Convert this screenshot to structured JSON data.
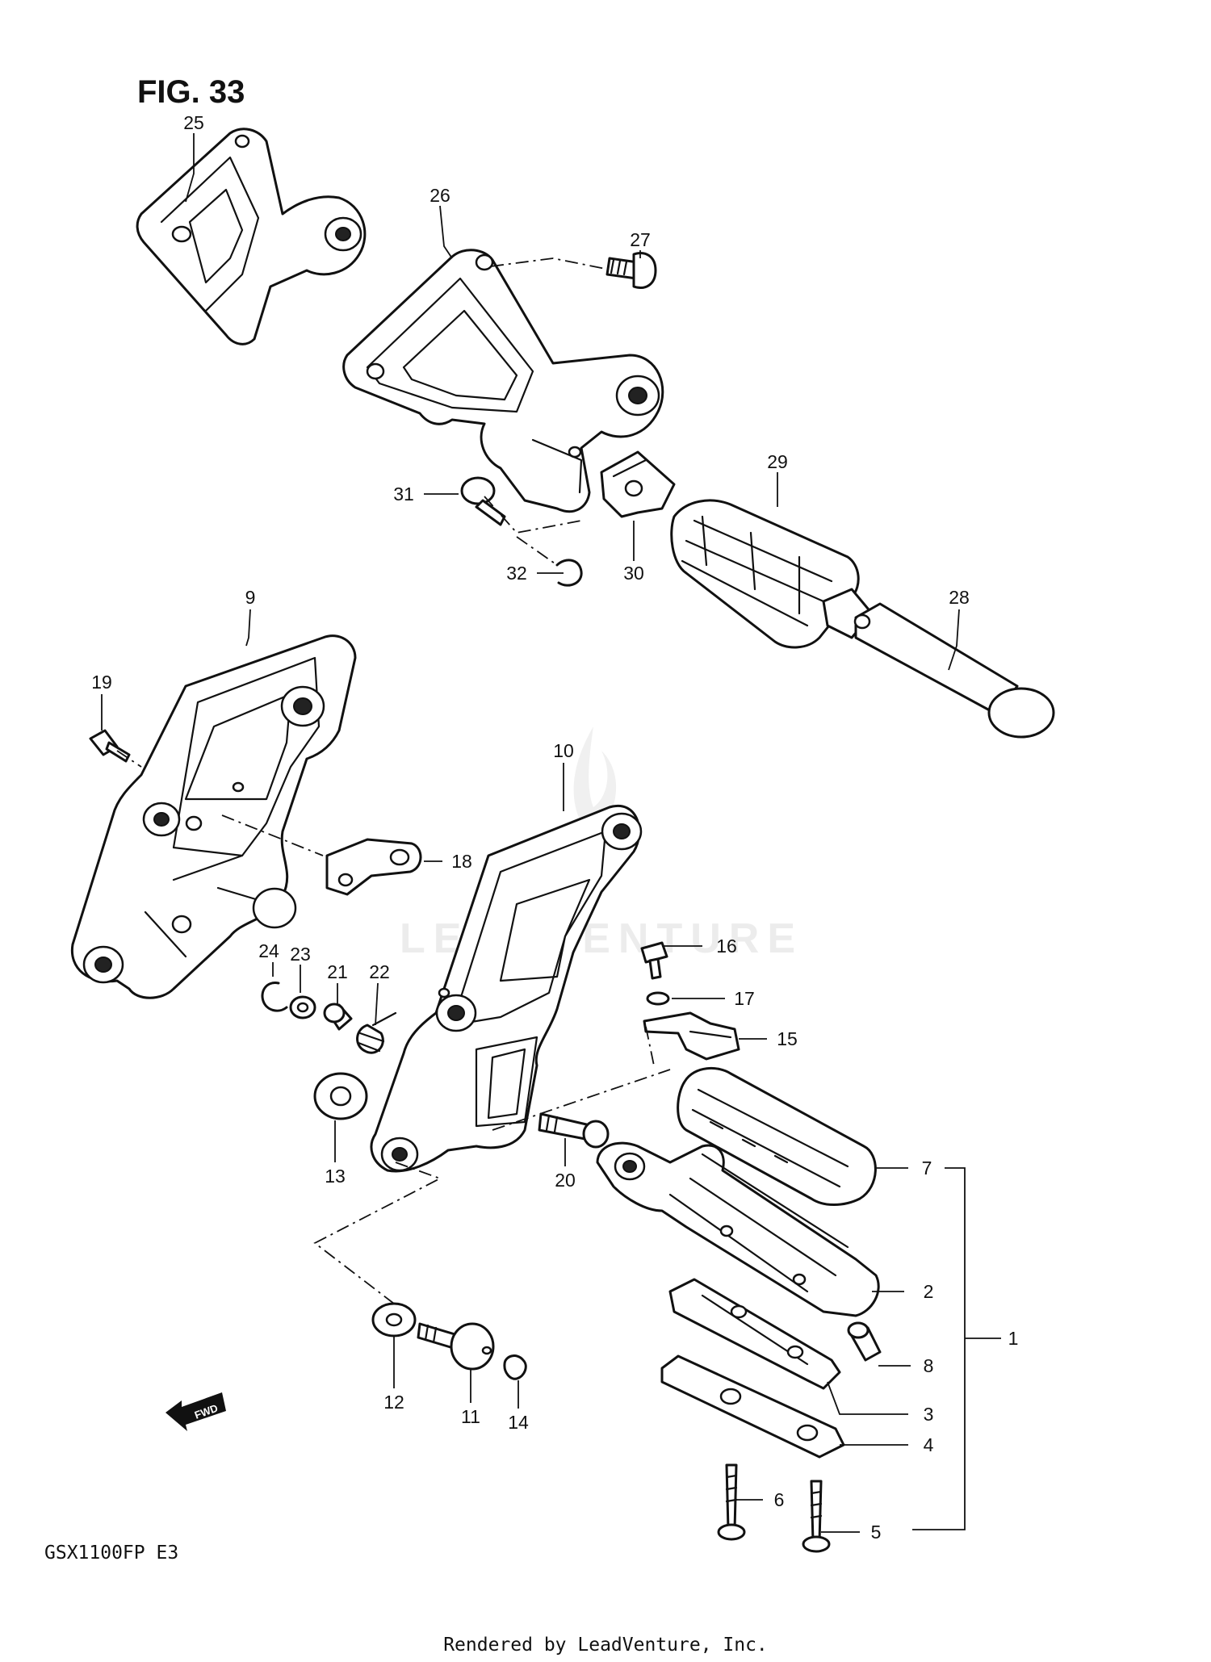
{
  "figure": {
    "title": "FIG. 33",
    "model_code": "GSX1100FP  E3",
    "footer": "Rendered by LeadVenture, Inc.",
    "watermark": "LEADVENTURE",
    "fwd_label": "FWD"
  },
  "callouts": [
    {
      "id": "c25",
      "label": "25"
    },
    {
      "id": "c26",
      "label": "26"
    },
    {
      "id": "c27",
      "label": "27"
    },
    {
      "id": "c29",
      "label": "29"
    },
    {
      "id": "c31",
      "label": "31"
    },
    {
      "id": "c32",
      "label": "32"
    },
    {
      "id": "c30",
      "label": "30"
    },
    {
      "id": "c28",
      "label": "28"
    },
    {
      "id": "c9",
      "label": "9"
    },
    {
      "id": "c19",
      "label": "19"
    },
    {
      "id": "c10",
      "label": "10"
    },
    {
      "id": "c18",
      "label": "18"
    },
    {
      "id": "c16",
      "label": "16"
    },
    {
      "id": "c24",
      "label": "24"
    },
    {
      "id": "c23",
      "label": "23"
    },
    {
      "id": "c21",
      "label": "21"
    },
    {
      "id": "c22",
      "label": "22"
    },
    {
      "id": "c17",
      "label": "17"
    },
    {
      "id": "c15",
      "label": "15"
    },
    {
      "id": "c13",
      "label": "13"
    },
    {
      "id": "c20",
      "label": "20"
    },
    {
      "id": "c7",
      "label": "7"
    },
    {
      "id": "c2",
      "label": "2"
    },
    {
      "id": "c1",
      "label": "1"
    },
    {
      "id": "c12",
      "label": "12"
    },
    {
      "id": "c11",
      "label": "11"
    },
    {
      "id": "c14",
      "label": "14"
    },
    {
      "id": "c8",
      "label": "8"
    },
    {
      "id": "c3",
      "label": "3"
    },
    {
      "id": "c4",
      "label": "4"
    },
    {
      "id": "c6",
      "label": "6"
    },
    {
      "id": "c5",
      "label": "5"
    }
  ]
}
